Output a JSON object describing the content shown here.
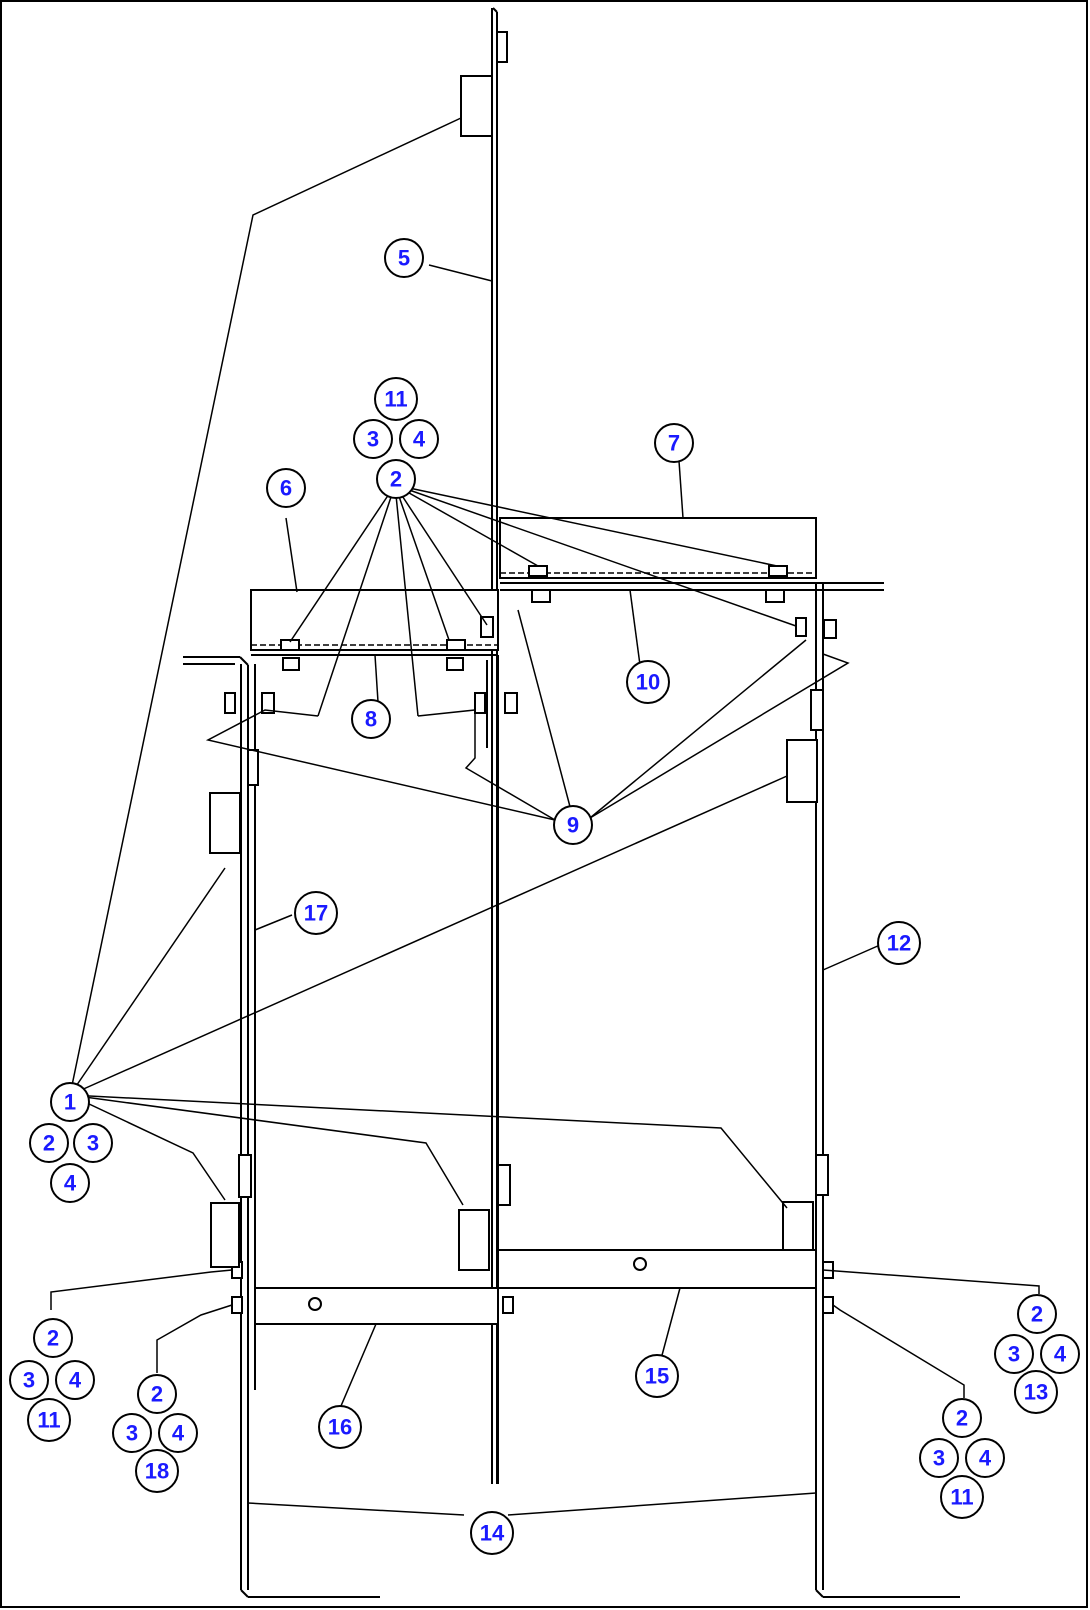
{
  "callouts": {
    "c1": {
      "label": "1"
    },
    "c2a": {
      "label": "2"
    },
    "c3a": {
      "label": "3"
    },
    "c4a": {
      "label": "4"
    },
    "c5": {
      "label": "5"
    },
    "c11a": {
      "label": "11"
    },
    "c3b": {
      "label": "3"
    },
    "c4b": {
      "label": "4"
    },
    "c2b": {
      "label": "2"
    },
    "c6": {
      "label": "6"
    },
    "c7": {
      "label": "7"
    },
    "c8": {
      "label": "8"
    },
    "c9": {
      "label": "9"
    },
    "c10": {
      "label": "10"
    },
    "c12": {
      "label": "12"
    },
    "c14": {
      "label": "14"
    },
    "c15": {
      "label": "15"
    },
    "c16": {
      "label": "16"
    },
    "c17": {
      "label": "17"
    },
    "g1_2": {
      "label": "2"
    },
    "g1_3": {
      "label": "3"
    },
    "g1_4": {
      "label": "4"
    },
    "g1_11": {
      "label": "11"
    },
    "g2_2": {
      "label": "2"
    },
    "g2_3": {
      "label": "3"
    },
    "g2_4": {
      "label": "4"
    },
    "g2_18": {
      "label": "18"
    },
    "g3_2": {
      "label": "2"
    },
    "g3_3": {
      "label": "3"
    },
    "g3_4": {
      "label": "4"
    },
    "g3_11": {
      "label": "11"
    },
    "g4_2": {
      "label": "2"
    },
    "g4_3": {
      "label": "3"
    },
    "g4_4": {
      "label": "4"
    },
    "g4_13": {
      "label": "13"
    }
  },
  "colors": {
    "callout_text": "#1a1aff",
    "lines": "#000000",
    "background": "#ffffff"
  }
}
